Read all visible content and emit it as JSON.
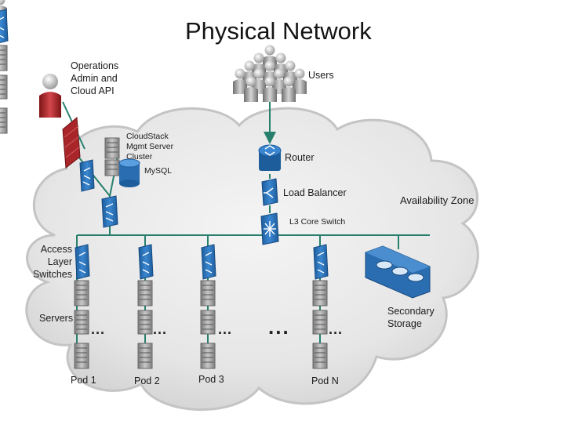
{
  "title": "Physical Network",
  "labels": {
    "operations": "Operations\nAdmin and\nCloud API",
    "users": "Users",
    "cloudstack": "CloudStack\nMgmt Server\nCluster",
    "mysql": "MySQL",
    "router": "Router",
    "load_balancer": "Load Balancer",
    "l3_core_switch": "L3 Core Switch",
    "availability_zone": "Availability Zone",
    "access_switches": "Access\nLayer\nSwitches",
    "servers": "Servers",
    "secondary_storage": "Secondary\nStorage",
    "pods": [
      "Pod 1",
      "Pod 2",
      "Pod 3",
      "Pod N"
    ],
    "ellipsis": "...",
    "ellipsis_big": "..."
  },
  "colors": {
    "cloud_fill": "#e4e4e4",
    "cloud_stroke": "#c8c8c8",
    "network_line": "#27806e",
    "switch_blue": "#2b6fb3",
    "server_gray": "#9a9a9a",
    "router_blue": "#2f6aaa",
    "firewall_red": "#a8262a",
    "user_gray": "#8a8a8a",
    "admin_red": "#b8252b"
  }
}
